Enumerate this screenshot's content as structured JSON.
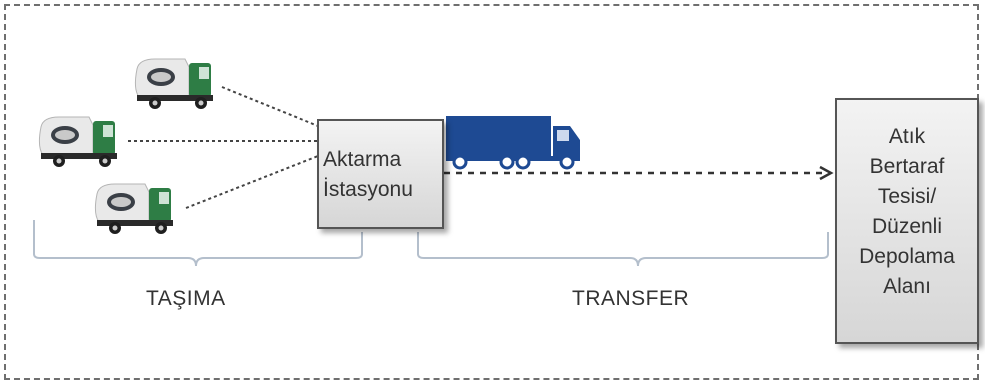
{
  "diagram": {
    "station_label": [
      "Aktarma",
      "İstasyonu"
    ],
    "facility_label": [
      "Atık",
      "Bertaraf",
      "Tesisi/",
      "Düzenli",
      "Depolama",
      "Alanı"
    ],
    "stage_labels": {
      "collection": "TAŞIMA",
      "transfer": "TRANSFER"
    },
    "colors": {
      "truck_body": "#1e4a93",
      "garbage_truck_cab": "#2e7d45",
      "frame": "#6f6f6f"
    },
    "icons": [
      "garbage-truck-icon",
      "transfer-truck-icon",
      "arrow-head-icon"
    ]
  }
}
